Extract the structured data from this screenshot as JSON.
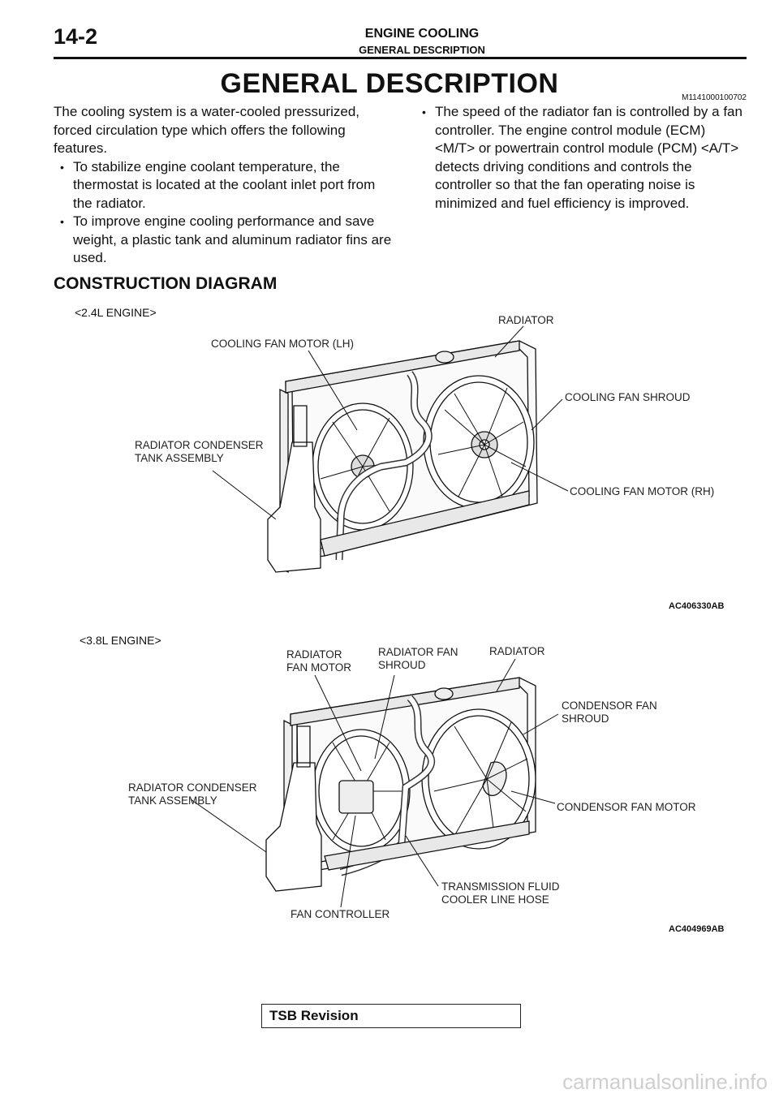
{
  "header": {
    "page_number": "14-2",
    "chapter": "ENGINE COOLING",
    "section": "GENERAL DESCRIPTION"
  },
  "title": "GENERAL DESCRIPTION",
  "doc_code": "M1141000100702",
  "intro": {
    "paragraph": "The cooling system is a water-cooled pressurized, forced circulation type which offers the following features.",
    "bullets": [
      "To stabilize engine coolant temperature, the thermostat is located at the coolant inlet port from the radiator.",
      "To improve engine cooling performance and save weight, a plastic tank and aluminum radiator fins are used.",
      "The speed of the radiator fan is controlled by a fan controller. The engine control module (ECM) <M/T> or powertrain control module (PCM) <A/T> detects driving conditions and controls the controller so that the fan operating noise is minimized and fuel efficiency is improved."
    ]
  },
  "construction": {
    "heading": "CONSTRUCTION DIAGRAM",
    "figure1": {
      "label": "<2.4L ENGINE>",
      "callouts": {
        "radiator": "RADIATOR",
        "fan_motor_lh": "COOLING FAN MOTOR (LH)",
        "fan_shroud": "COOLING FAN SHROUD",
        "condenser_tank": "RADIATOR CONDENSER TANK ASSEMBLY",
        "fan_motor_rh": "COOLING FAN MOTOR (RH)"
      },
      "figure_id": "AC406330AB"
    },
    "figure2": {
      "label": "<3.8L ENGINE>",
      "callouts": {
        "radiator_fan_motor": "RADIATOR FAN MOTOR",
        "radiator_fan_shroud": "RADIATOR FAN SHROUD",
        "radiator": "RADIATOR",
        "condensor_fan_shroud": "CONDENSOR FAN SHROUD",
        "condenser_tank": "RADIATOR CONDENSER TANK ASSEMBLY",
        "condensor_fan_motor": "CONDENSOR FAN MOTOR",
        "transmission_hose": "TRANSMISSION FLUID COOLER LINE HOSE",
        "fan_controller": "FAN CONTROLLER"
      },
      "figure_id": "AC404969AB"
    }
  },
  "footer": {
    "tsb": "TSB Revision",
    "watermark": "carmanualsonline.info"
  }
}
